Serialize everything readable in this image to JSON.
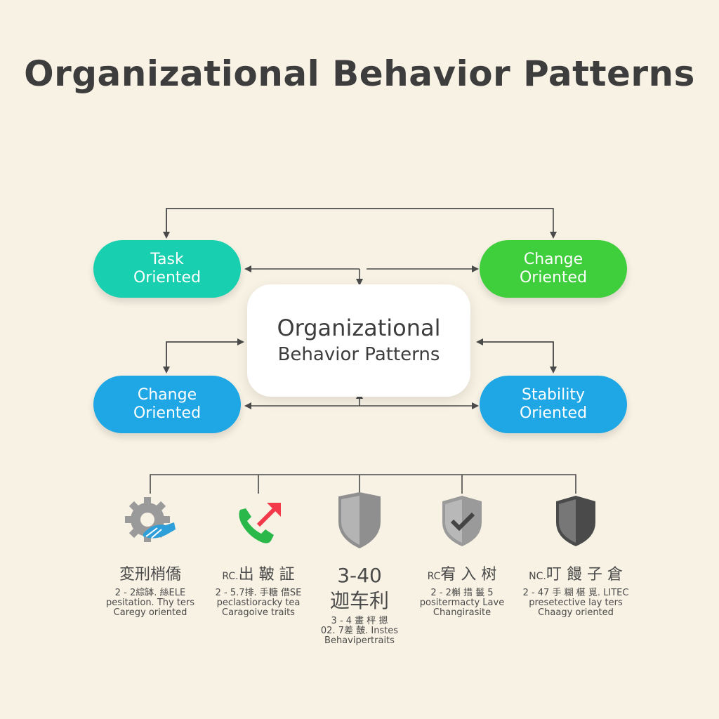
{
  "title": "Organizational Behavior Patterns",
  "center": {
    "line1": "Organizational",
    "line2": "Behavior Patterns"
  },
  "nodes": [
    {
      "line1": "Task",
      "line2": "Oriented",
      "color": "#18cfb0"
    },
    {
      "line1": "Change",
      "line2": "Oriented",
      "color": "#3fce3c"
    },
    {
      "line1": "Change",
      "line2": "Oriented",
      "color": "#1ea7e4"
    },
    {
      "line1": "Stability",
      "line2": "Oriented",
      "color": "#1ea7e4"
    }
  ],
  "categories": [
    {
      "icon": "gear-handshake-icon",
      "prefix": "",
      "title": "変刑梢僑",
      "lines": [
        "2 - 2綜缽. 絲ELE",
        "pesitation. Thy ters",
        "Caregy oriented"
      ]
    },
    {
      "icon": "phone-arrow-icon",
      "prefix": "RC.",
      "title": "出 鞁 証",
      "lines": [
        "2 - 5.7排.  手糖 借SE",
        "peclastioracky tea",
        "Caragoive traits"
      ]
    },
    {
      "icon": "shield-icon",
      "prefix": "",
      "big1": "3-40",
      "big2": "迦车利",
      "lines": [
        "3 - 4   畫 枰 摁",
        "02. 7差 皼.  Instes",
        "Behavipertraits"
      ]
    },
    {
      "icon": "shield-check-icon",
      "prefix": "RC",
      "title": "宥 入 树",
      "lines": [
        "2 - 2槲 措 鬣   5",
        "positermacty Lave",
        "Changirasite"
      ]
    },
    {
      "icon": "shield-dark-icon",
      "prefix": "NC.",
      "title": "叮 饅 子 倉",
      "lines": [
        "2 - 47  手 糊 椹 覓.  LITEC",
        "presetective lay ters",
        "Chaagy oriented"
      ]
    }
  ],
  "colors": {
    "background": "#f8f2e4",
    "connector": "#4a4a4a"
  }
}
